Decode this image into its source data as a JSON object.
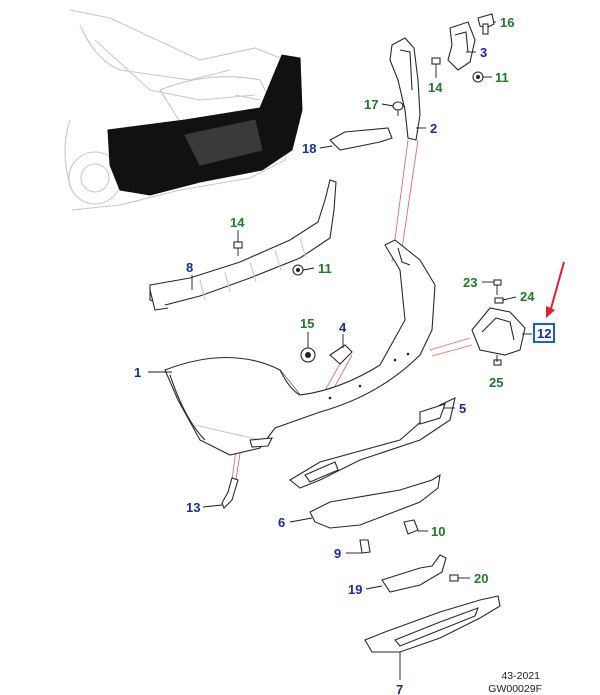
{
  "colors": {
    "blue_label": "#1a2aa6",
    "green_label": "#1f7a2a",
    "highlight_box": "#1060e0",
    "pointer_arrow": "#e0202a",
    "bumper_silhouette": "#111111",
    "pink_guides": "#e06a7a"
  },
  "callouts": [
    {
      "id": "c1",
      "text": "1",
      "color": "blue"
    },
    {
      "id": "c2",
      "text": "2",
      "color": "blue"
    },
    {
      "id": "c3",
      "text": "3",
      "color": "blue"
    },
    {
      "id": "c4",
      "text": "4",
      "color": "blue"
    },
    {
      "id": "c5",
      "text": "5",
      "color": "blue"
    },
    {
      "id": "c6",
      "text": "6",
      "color": "blue"
    },
    {
      "id": "c7",
      "text": "7",
      "color": "blue"
    },
    {
      "id": "c8",
      "text": "8",
      "color": "blue"
    },
    {
      "id": "c9",
      "text": "9",
      "color": "blue"
    },
    {
      "id": "c10",
      "text": "10",
      "color": "green"
    },
    {
      "id": "c11a",
      "text": "11",
      "color": "green"
    },
    {
      "id": "c11b",
      "text": "11",
      "color": "green"
    },
    {
      "id": "c12",
      "text": "12",
      "color": "blue"
    },
    {
      "id": "c13",
      "text": "13",
      "color": "blue"
    },
    {
      "id": "c14a",
      "text": "14",
      "color": "green"
    },
    {
      "id": "c14b",
      "text": "14",
      "color": "green"
    },
    {
      "id": "c15",
      "text": "15",
      "color": "green"
    },
    {
      "id": "c16",
      "text": "16",
      "color": "green"
    },
    {
      "id": "c17",
      "text": "17",
      "color": "green"
    },
    {
      "id": "c18",
      "text": "18",
      "color": "blue"
    },
    {
      "id": "c19",
      "text": "19",
      "color": "blue"
    },
    {
      "id": "c20",
      "text": "20",
      "color": "green"
    },
    {
      "id": "c23",
      "text": "23",
      "color": "green"
    },
    {
      "id": "c24",
      "text": "24",
      "color": "green"
    },
    {
      "id": "c25",
      "text": "25",
      "color": "green"
    }
  ],
  "footer": {
    "page_ref": "43-2021",
    "drawing_code": "GW00029F"
  }
}
